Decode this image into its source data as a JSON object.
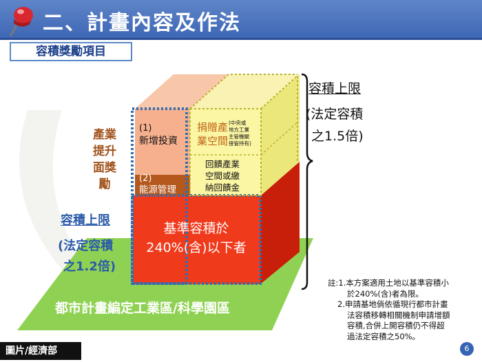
{
  "header": {
    "title": "二、計畫內容及作法",
    "section_label": "容積獎勵項目"
  },
  "diagram": {
    "left_label_lines": [
      "產業",
      "提升",
      "面獎",
      "勵"
    ],
    "cap_left_title": "容積上限",
    "cap_left_lines": [
      "(法定容積",
      "之1.2倍)"
    ],
    "cap_right_title": "容積上限",
    "cap_right_lines": [
      "(法定容積",
      "之1.5倍)"
    ],
    "block_new_investment": [
      "(1)",
      "新增投資"
    ],
    "block_energy": [
      "(2)",
      "能源管理"
    ],
    "block_donation_main": [
      "捐贈產",
      "業空間"
    ],
    "block_donation_note": [
      "(中央或",
      "地方工業",
      "主管機關",
      "接管持有)"
    ],
    "block_feedback": [
      "回饋產業",
      "空間或繳",
      "納回饋金"
    ],
    "block_base": [
      "基準容積於",
      "240%(含)以下者"
    ],
    "ground_label": "都市計畫編定工業區/科學園區"
  },
  "notes": [
    "註:1.本方案適用土地以基準容積小",
    "於240%(含)者為限。",
    "2.申請基地倘依循現行都市計畫",
    "法容積移轉相關機制申請增額",
    "容積,合併上開容積仍不得超",
    "過法定容積之50%。"
  ],
  "footer": {
    "source": "圖片/經濟部",
    "page_number": "6"
  },
  "colors": {
    "title_bar": "#4a74bf",
    "base_red": "#f03a1c",
    "peach": "#f6b08e",
    "brown": "#b4581d",
    "yellow": "#fbf6a4",
    "ground_green": "#8fd253",
    "dotted_blue": "#2f6fb2"
  }
}
